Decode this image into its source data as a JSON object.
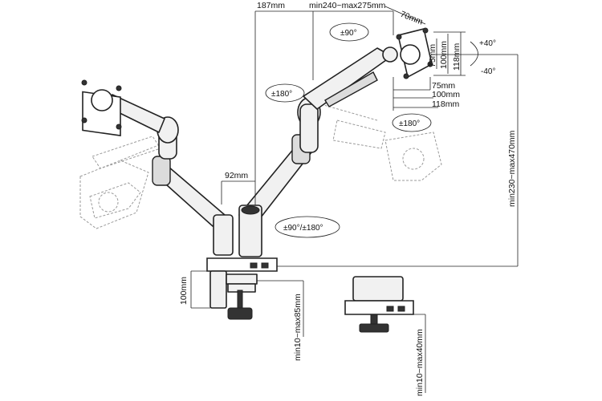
{
  "dimensions": {
    "arm_offset": "187mm",
    "arm_length": "min240~max275mm",
    "head_depth": "70mm",
    "vesa_75_v": "75mm",
    "vesa_100_v": "100mm",
    "vesa_118_v": "118mm",
    "vesa_75_h": "75mm",
    "vesa_100_h": "100mm",
    "vesa_118_h": "118mm",
    "pole_spacing": "92mm",
    "height_range": "min230~max470mm",
    "base_height": "100mm",
    "clamp_range": "min10~max85mm",
    "grommet_range": "min10~max40mm"
  },
  "rotations": {
    "swivel_head": "±90°",
    "tilt_up": "+40°",
    "tilt_down": "-40°",
    "rotate_arm": "±180°",
    "rotate_head": "±180°",
    "rotate_base": "±90°/±180°"
  }
}
